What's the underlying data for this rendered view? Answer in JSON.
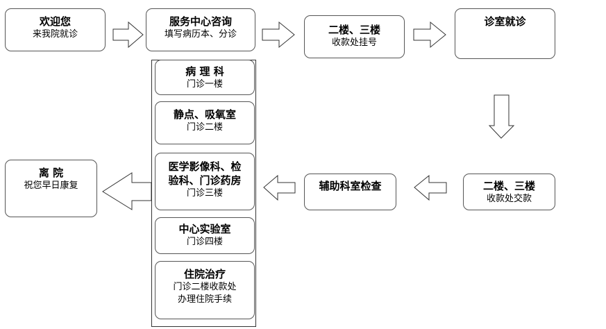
{
  "nodes": {
    "welcome": {
      "title": "欢迎您",
      "sub": "来我院就诊"
    },
    "service": {
      "title": "服务中心咨询",
      "sub": "填写病历本、分诊"
    },
    "register": {
      "title": "二楼、三楼",
      "sub": "收款处挂号"
    },
    "consult": {
      "title": "诊室就诊",
      "sub": ""
    },
    "pay": {
      "title": "二楼、三楼",
      "sub": "收款处交款"
    },
    "aux": {
      "title": "辅助科室检查",
      "sub": ""
    },
    "leave": {
      "title": "离 院",
      "sub": "祝您早日康复"
    },
    "dept_pathology": {
      "title": "病 理 科",
      "sub": "门诊一楼"
    },
    "dept_infusion": {
      "title": "静点、吸氧室",
      "sub": "门诊二楼"
    },
    "dept_imaging": {
      "title": "医学影像科、检\n验科、门诊药房",
      "sub": "门诊三楼"
    },
    "dept_lab": {
      "title": "中心实验室",
      "sub": "门诊四楼"
    },
    "dept_inpatient": {
      "title": "住院治疗",
      "sub": "门诊二楼收款处\n办理住院手续"
    }
  }
}
